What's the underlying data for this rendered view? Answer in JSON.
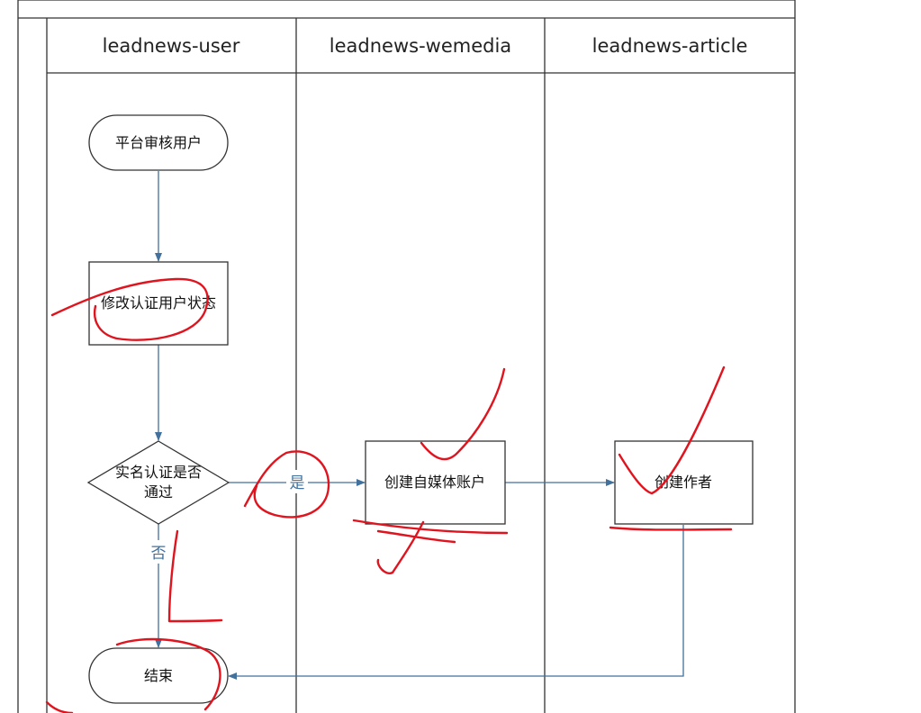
{
  "pool": {
    "lanes": [
      {
        "id": "user",
        "label": "leadnews-user"
      },
      {
        "id": "wemedia",
        "label": "leadnews-wemedia"
      },
      {
        "id": "article",
        "label": "leadnews-article"
      }
    ]
  },
  "nodes": {
    "start": {
      "label": "平台审核用户",
      "shape": "terminator"
    },
    "modify": {
      "label": "修改认证用户状态",
      "shape": "process"
    },
    "decision": {
      "line1": "实名认证是否",
      "line2": "通过",
      "shape": "decision"
    },
    "create_media": {
      "label": "创建自媒体账户",
      "shape": "process"
    },
    "create_author": {
      "label": "创建作者",
      "shape": "process"
    },
    "end": {
      "label": "结束",
      "shape": "terminator"
    }
  },
  "edges": {
    "yes_label": "是",
    "no_label": "否"
  },
  "colors": {
    "border": "#333333",
    "connector": "#41719c",
    "annotation": "#e0141e"
  }
}
